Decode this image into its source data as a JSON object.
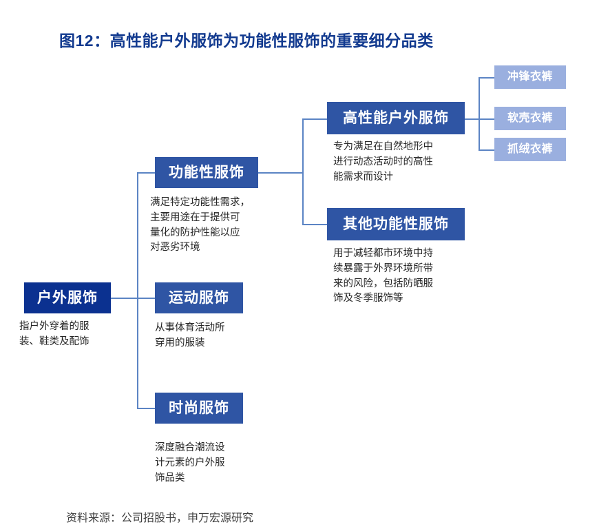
{
  "title": "图12：高性能户外服饰为功能性服饰的重要细分品类",
  "source": "资料来源：公司招股书，申万宏源研究",
  "colors": {
    "title": "#123a8f",
    "root_node": "#0b3190",
    "mid_node": "#2f55a4",
    "leaf_node": "#9aafdf",
    "connector": "#5b84c4",
    "description_text": "#262626",
    "background": "#ffffff"
  },
  "diagram": {
    "type": "tree",
    "root": {
      "label": "户外服饰",
      "description": "指户外穿着的服\n装、鞋类及配饰"
    },
    "level2": [
      {
        "label": "功能性服饰",
        "description": "满足特定功能性需求，\n主要用途在于提供可\n量化的防护性能以应\n对恶劣环境"
      },
      {
        "label": "运动服饰",
        "description": "从事体育活动所\n穿用的服装"
      },
      {
        "label": "时尚服饰",
        "description": "深度融合潮流设\n计元素的户外服\n饰品类"
      }
    ],
    "level3": [
      {
        "label": "高性能户外服饰",
        "description": "专为满足在自然地形中\n进行动态活动时的高性\n能需求而设计"
      },
      {
        "label": "其他功能性服饰",
        "description": "用于减轻都市环境中持\n续暴露于外界环境所带\n来的风险，包括防晒服\n饰及冬季服饰等"
      }
    ],
    "level4": [
      {
        "label": "冲锋衣裤"
      },
      {
        "label": "软壳衣裤"
      },
      {
        "label": "抓绒衣裤"
      }
    ]
  }
}
